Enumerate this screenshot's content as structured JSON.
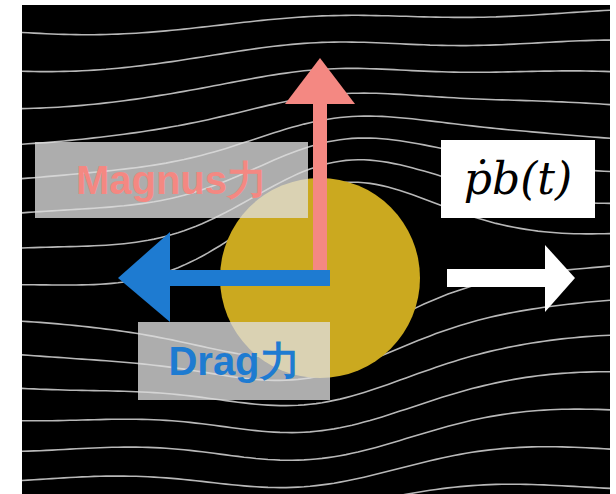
{
  "diagram": {
    "labels": [
      "Magnus力",
      "Drag力",
      "ṗb(t)"
    ]
  }
}
